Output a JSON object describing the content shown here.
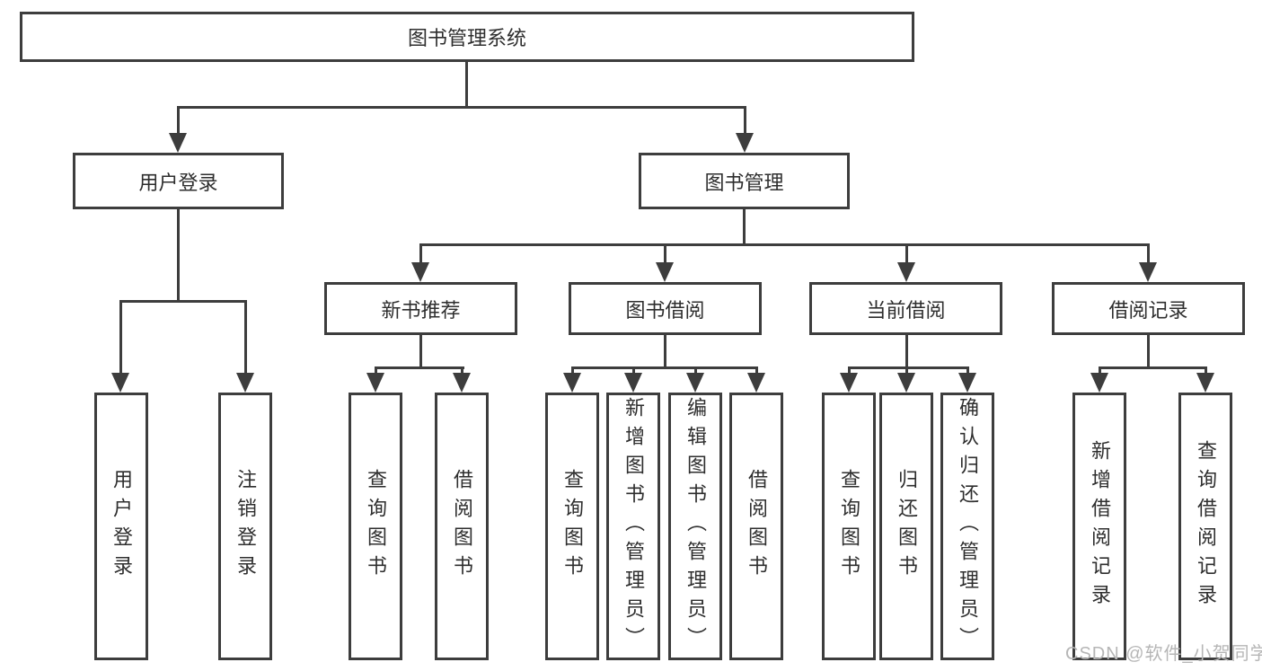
{
  "diagram": {
    "type": "tree",
    "title": "图书管理系统",
    "watermark": "CSDN @软件_小贺同学",
    "line_color": "#3d3d3d",
    "background": "#ffffff",
    "nodes": {
      "root": {
        "label": "图书管理系统"
      },
      "user_login": {
        "label": "用户登录",
        "parent": "root"
      },
      "book_mgmt": {
        "label": "图书管理",
        "parent": "root"
      },
      "new_book_rec": {
        "label": "新书推荐",
        "parent": "book_mgmt"
      },
      "book_borrow": {
        "label": "图书借阅",
        "parent": "book_mgmt"
      },
      "current_borrow": {
        "label": "当前借阅",
        "parent": "book_mgmt"
      },
      "borrow_records": {
        "label": "借阅记录",
        "parent": "book_mgmt"
      },
      "leaf_user_login": {
        "label": "用户登录",
        "parent": "user_login"
      },
      "leaf_logout": {
        "label": "注销登录",
        "parent": "user_login"
      },
      "leaf_query_book_1": {
        "label": "查询图书",
        "parent": "new_book_rec"
      },
      "leaf_borrow_book_1": {
        "label": "借阅图书",
        "parent": "new_book_rec"
      },
      "leaf_query_book_2": {
        "label": "查询图书",
        "parent": "book_borrow"
      },
      "leaf_add_book": {
        "label": "新增图书（管理员）",
        "parent": "book_borrow"
      },
      "leaf_edit_book": {
        "label": "编辑图书（管理员）",
        "parent": "book_borrow"
      },
      "leaf_borrow_book_2": {
        "label": "借阅图书",
        "parent": "book_borrow"
      },
      "leaf_query_book_3": {
        "label": "查询图书",
        "parent": "current_borrow"
      },
      "leaf_return_book": {
        "label": "归还图书",
        "parent": "current_borrow"
      },
      "leaf_confirm_return": {
        "label": "确认归还（管理员）",
        "parent": "current_borrow"
      },
      "leaf_add_record": {
        "label": "新增借阅记录",
        "parent": "borrow_records"
      },
      "leaf_query_record": {
        "label": "查询借阅记录",
        "parent": "borrow_records"
      }
    }
  }
}
